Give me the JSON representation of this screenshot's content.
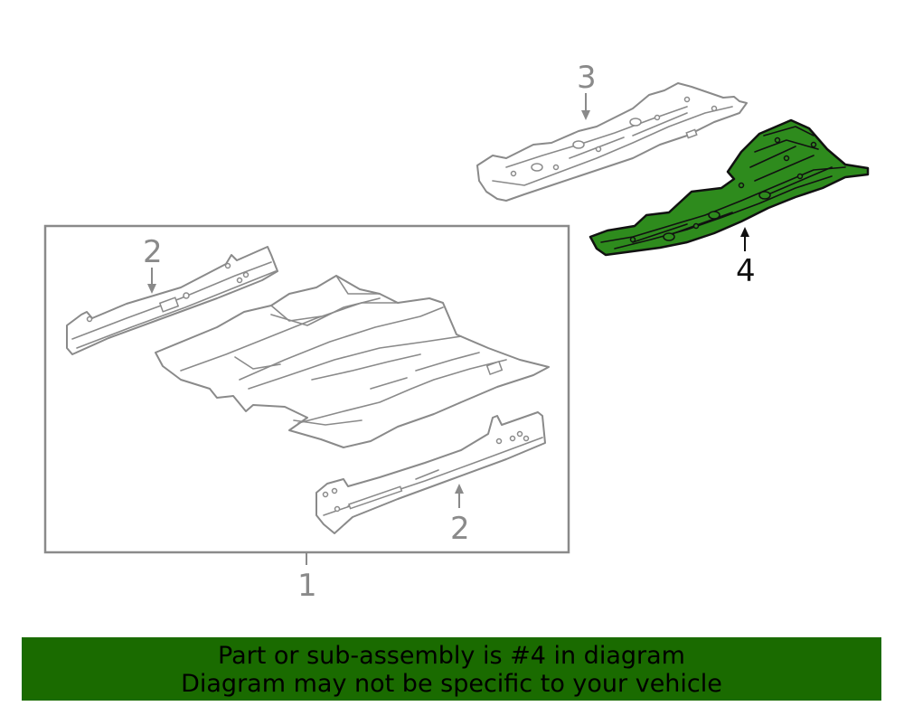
{
  "callouts": {
    "c1": "1",
    "c2_top": "2",
    "c2_bottom": "2",
    "c3": "3",
    "c4": "4"
  },
  "highlight_color": "#2e8b1d",
  "banner": {
    "line1": "Part or sub-assembly is #4 in diagram",
    "line2": "Diagram may not be specific to your vehicle",
    "background": "#1a6b00"
  }
}
